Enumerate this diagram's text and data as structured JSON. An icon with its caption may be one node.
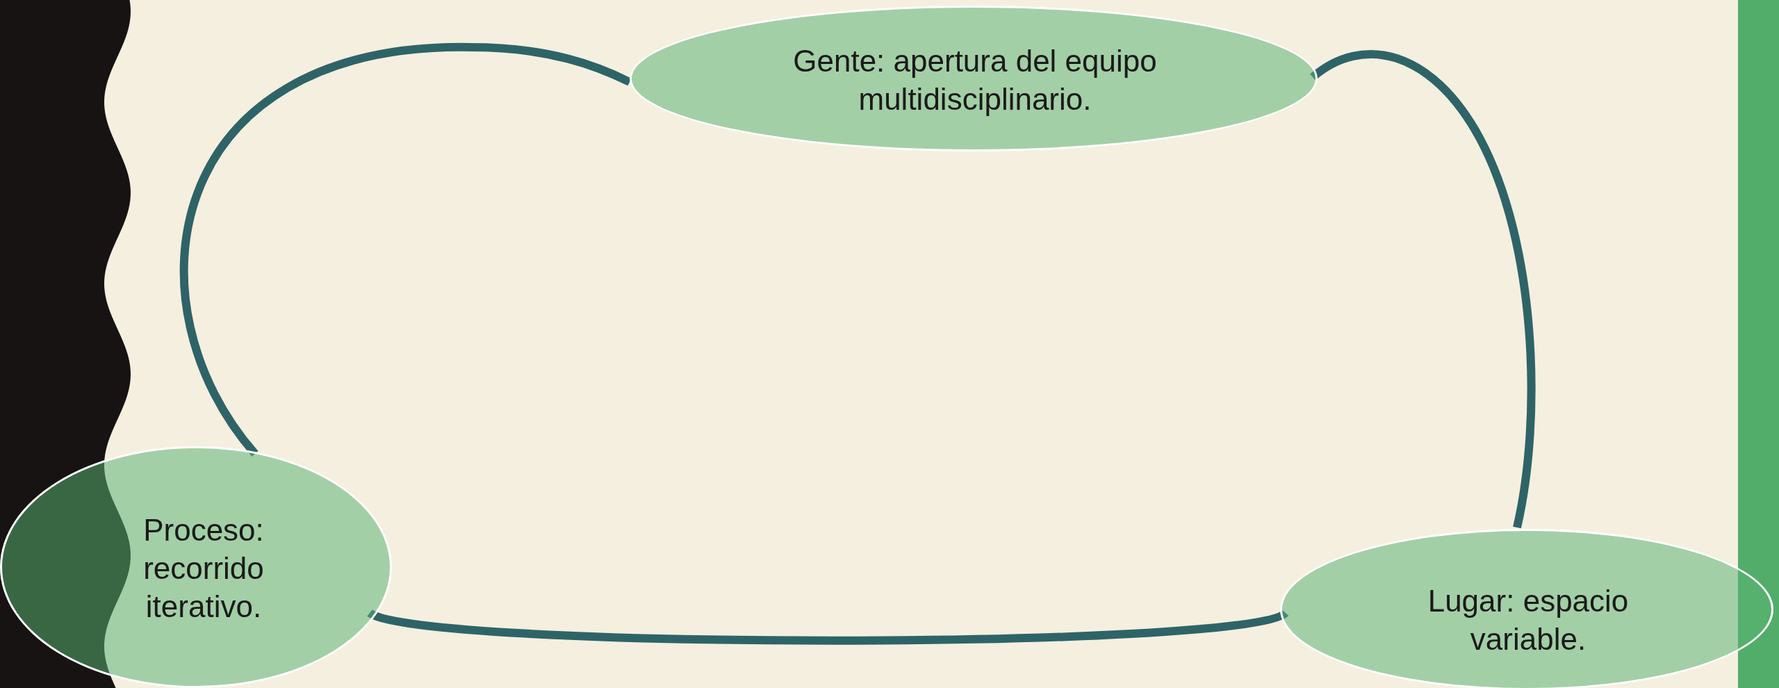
{
  "diagram": {
    "nodes": [
      {
        "text": [
          "Gente: apertura del equipo multidisciplinario."
        ]
      },
      {
        "text": [
          "Lugar: espacio variable."
        ]
      },
      {
        "text": [
          "Proceso: recorrido iterativo."
        ]
      }
    ],
    "edges": [
      {
        "from": 0,
        "to": 1,
        "arrow": "none"
      },
      {
        "from": 1,
        "to": 2,
        "arrow": "none"
      },
      {
        "from": 2,
        "to": 0,
        "arrow": "none"
      }
    ]
  }
}
